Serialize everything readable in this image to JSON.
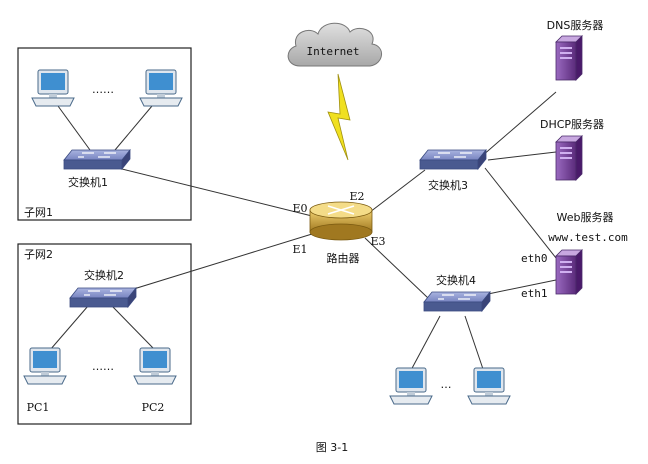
{
  "cloud": {
    "label": "Internet"
  },
  "subnet1": {
    "label": "子网1",
    "dots": "……",
    "switch_label": "交换机1"
  },
  "subnet2": {
    "label": "子网2",
    "dots": "……",
    "switch_label": "交换机2",
    "pc1": "PC1",
    "pc2": "PC2"
  },
  "router": {
    "label": "路由器",
    "ports": {
      "e0": "E0",
      "e1": "E1",
      "e2": "E2",
      "e3": "E3"
    }
  },
  "switch3": {
    "label": "交换机3"
  },
  "switch4": {
    "label": "交换机4",
    "dots": "…"
  },
  "dns": {
    "label": "DNS服务器"
  },
  "dhcp": {
    "label": "DHCP服务器"
  },
  "web": {
    "label": "Web服务器",
    "host": "www.test.com",
    "eth0": "eth0",
    "eth1": "eth1"
  },
  "caption": "图 3-1",
  "colors": {
    "pc_screen": "#3f8fd0",
    "server_body": "#7a4a9a",
    "router_body": "#c8a040",
    "switch_body": "#5a6aa0"
  }
}
